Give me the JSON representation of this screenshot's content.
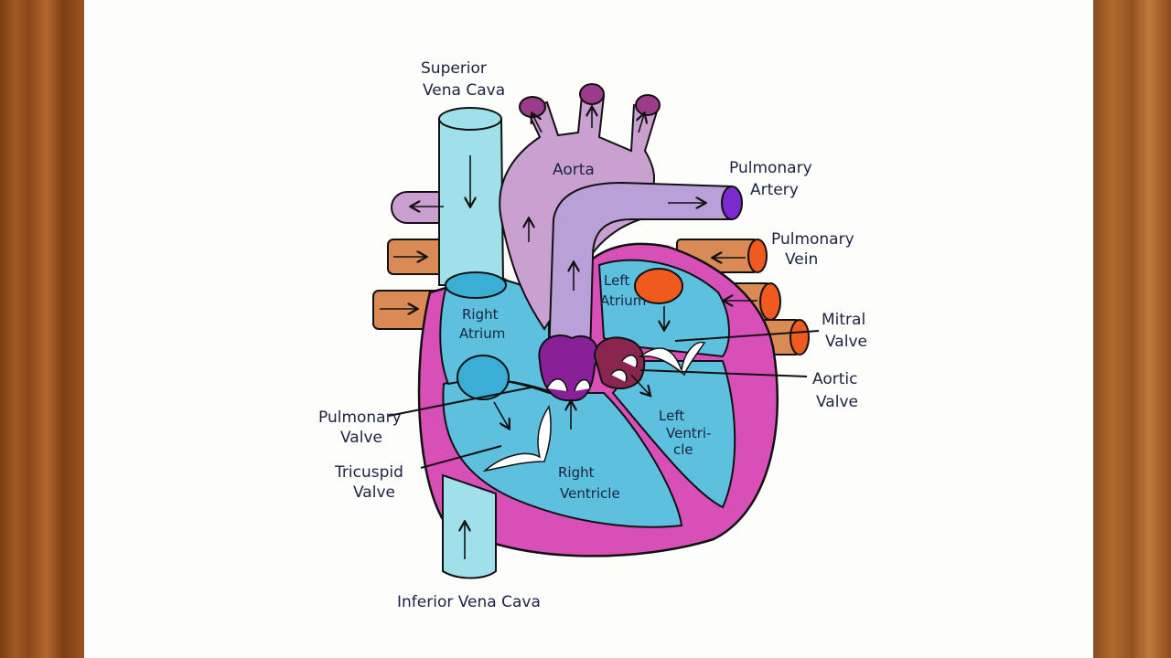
{
  "labels": {
    "svc1": "Superior",
    "svc2": "Vena Cava",
    "aorta": "Aorta",
    "pa1": "Pulmonary",
    "pa2": "Artery",
    "pv1": "Pulmonary",
    "pv2": "Vein",
    "mv1": "Mitral",
    "mv2": "Valve",
    "av1": "Aortic",
    "av2": "Valve",
    "ra1": "Right",
    "ra2": "Atrium",
    "la1": "Left",
    "la2": "Atrium",
    "lv1": "Left",
    "lv2": "Ventri-",
    "lv3": "cle",
    "rv1": "Right",
    "rv2": "Ventricle",
    "pulv1": "Pulmonary",
    "pulv2": "Valve",
    "tv1": "Tricuspid",
    "tv2": "Valve",
    "ivc": "Inferior Vena Cava"
  },
  "colors": {
    "vena_cava": "#9fe0ea",
    "aorta": "#c9a0cf",
    "pulmonary_artery": "#b9a0d8",
    "pulmonary_vein": "#d98a55",
    "vein_end": "#f05a1e",
    "myocardium": "#d94fb8",
    "chamber": "#5cc0de",
    "valve": "#8a1f9a"
  }
}
